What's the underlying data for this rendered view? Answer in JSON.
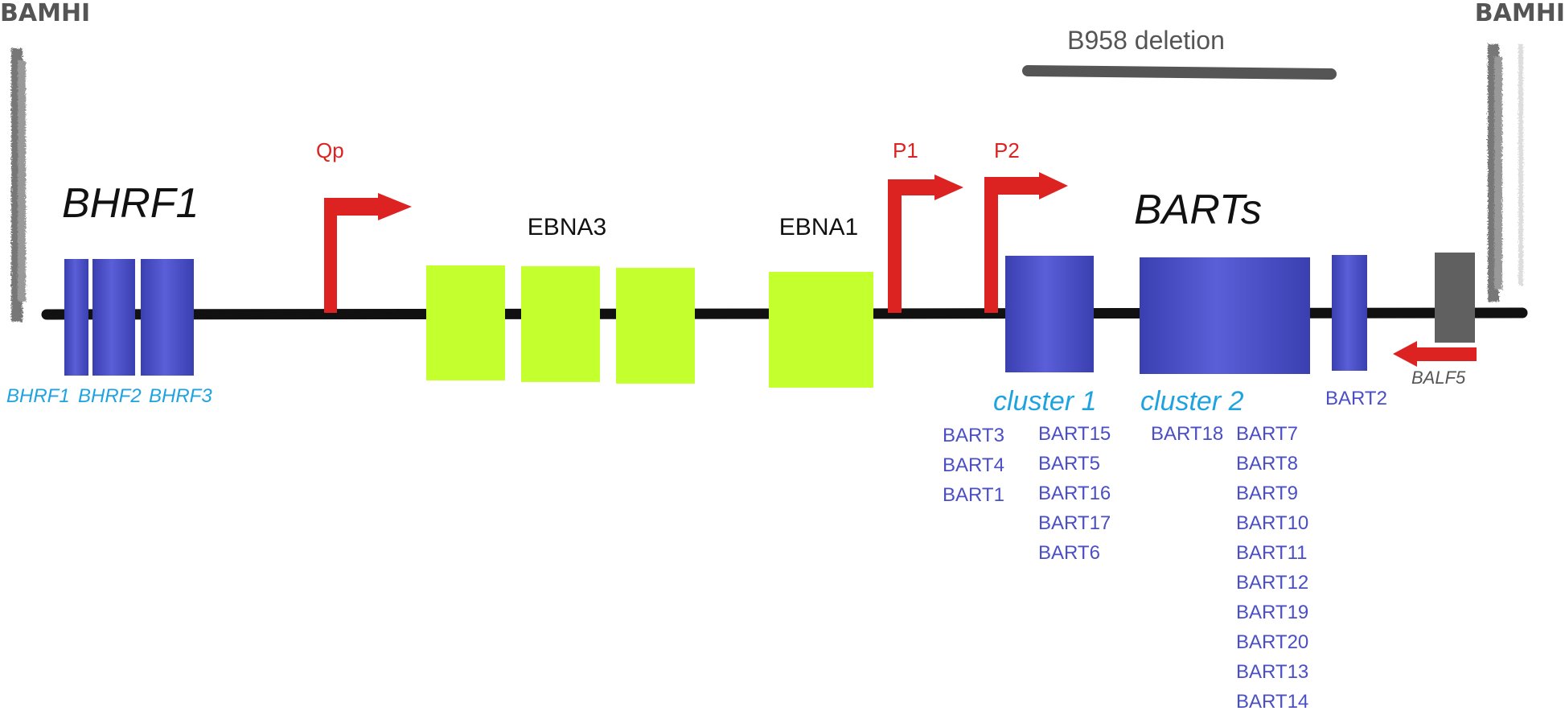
{
  "colors": {
    "blue_gene": "#4a4fc4",
    "green_gene": "#c4ff2e",
    "promoter_red": "#dd2222",
    "label_cyan": "#1fa3e0",
    "gray": "#555555",
    "backbone": "#111111"
  },
  "ends": {
    "left": "BAMHI",
    "right": "BAMHI"
  },
  "deletion": {
    "label": "B958 deletion"
  },
  "regions": {
    "bhrf1": "BHRF1",
    "barts": "BARTs"
  },
  "promoters": {
    "qp": "Qp",
    "p1": "P1",
    "p2": "P2"
  },
  "genes": {
    "ebna3": "EBNA3",
    "ebna1": "EBNA1",
    "bhrf_labels": [
      "BHRF1",
      "BHRF2",
      "BHRF3"
    ],
    "bart2": "BART2",
    "balf5": "BALF5"
  },
  "clusters": {
    "c1": "cluster 1",
    "c2": "cluster 2"
  },
  "bart_lists": {
    "col_a": [
      "BART3",
      "BART4",
      "BART1"
    ],
    "col_b": [
      "BART15",
      "BART5",
      "BART16",
      "BART17",
      "BART6"
    ],
    "col_c": [
      "BART18"
    ],
    "col_d": [
      "BART7",
      "BART8",
      "BART9",
      "BART10",
      "BART11",
      "BART12",
      "BART19",
      "BART20",
      "BART13",
      "BART14"
    ]
  }
}
